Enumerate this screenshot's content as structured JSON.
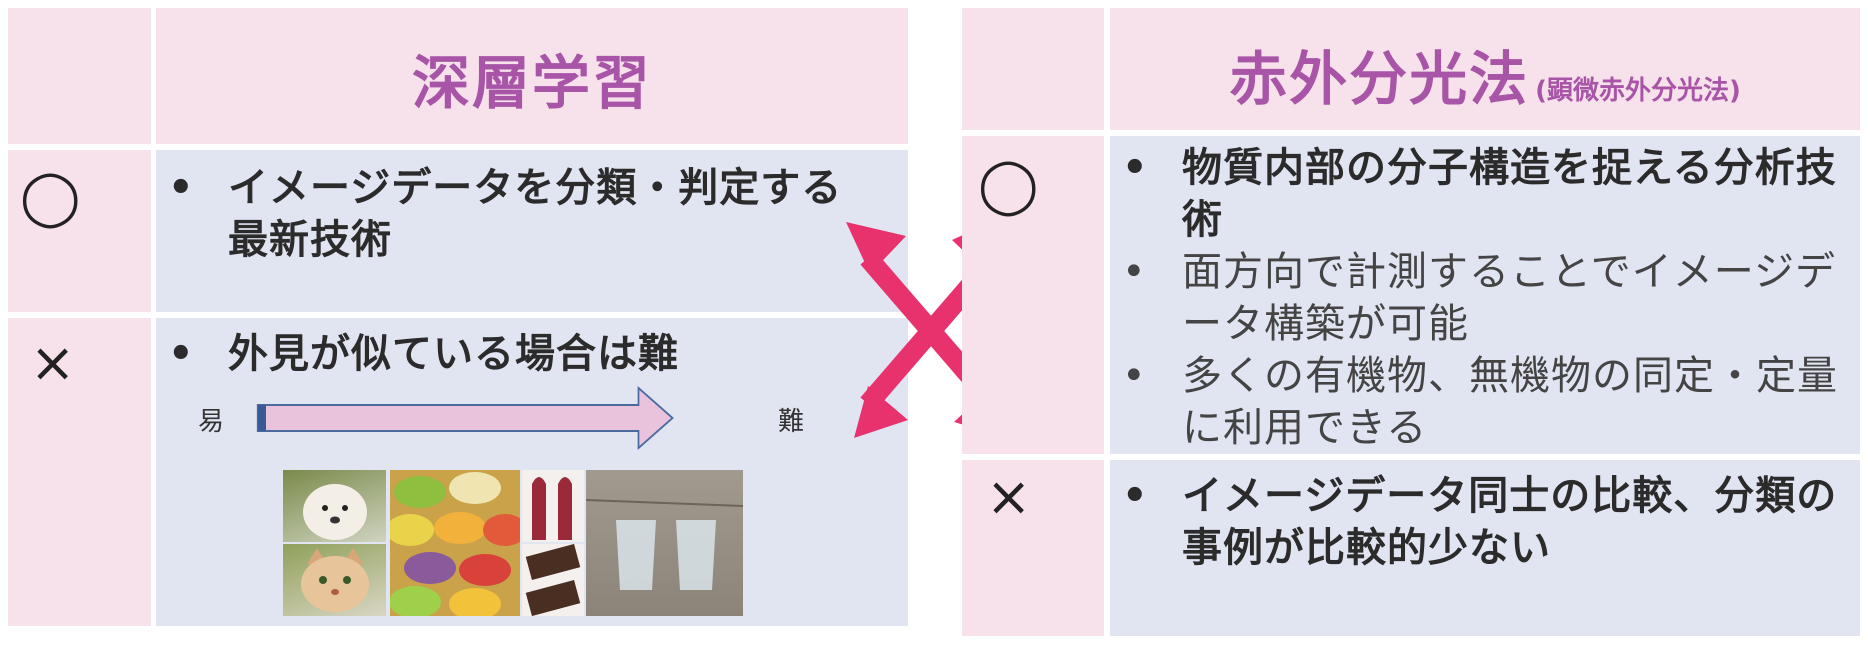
{
  "left": {
    "title": "深層学習",
    "pros_symbol": "◯",
    "cons_symbol": "×",
    "pros": [
      "イメージデータを分類・判定する最新技術"
    ],
    "cons": [
      "外見が似ている場合は難"
    ],
    "scale": {
      "easy": "易",
      "hard": "難"
    }
  },
  "right": {
    "title": "赤外分光法",
    "subtitle": "(顕微赤外分光法)",
    "pros_symbol": "◯",
    "cons_symbol": "×",
    "pros": [
      "物質内部の分子構造を捉える分析技術",
      "面方向で計測することでイメージデータ構築が可能",
      "多くの有機物、無機物の同定・定量に利用できる"
    ],
    "cons": [
      "イメージデータ同士の比較、分類の事例が比較的少ない"
    ]
  },
  "colors": {
    "title": "#a855a8",
    "pink": "#f7e1ea",
    "blue": "#e1e5f1",
    "cross_arrow": "#e8326e",
    "scale_arrow_fill": "#e9c3dc",
    "scale_arrow_stroke": "#4a6aa0"
  },
  "photos": [
    "dog",
    "cat",
    "macarons",
    "lipsticks",
    "chocolates",
    "water-glasses"
  ]
}
